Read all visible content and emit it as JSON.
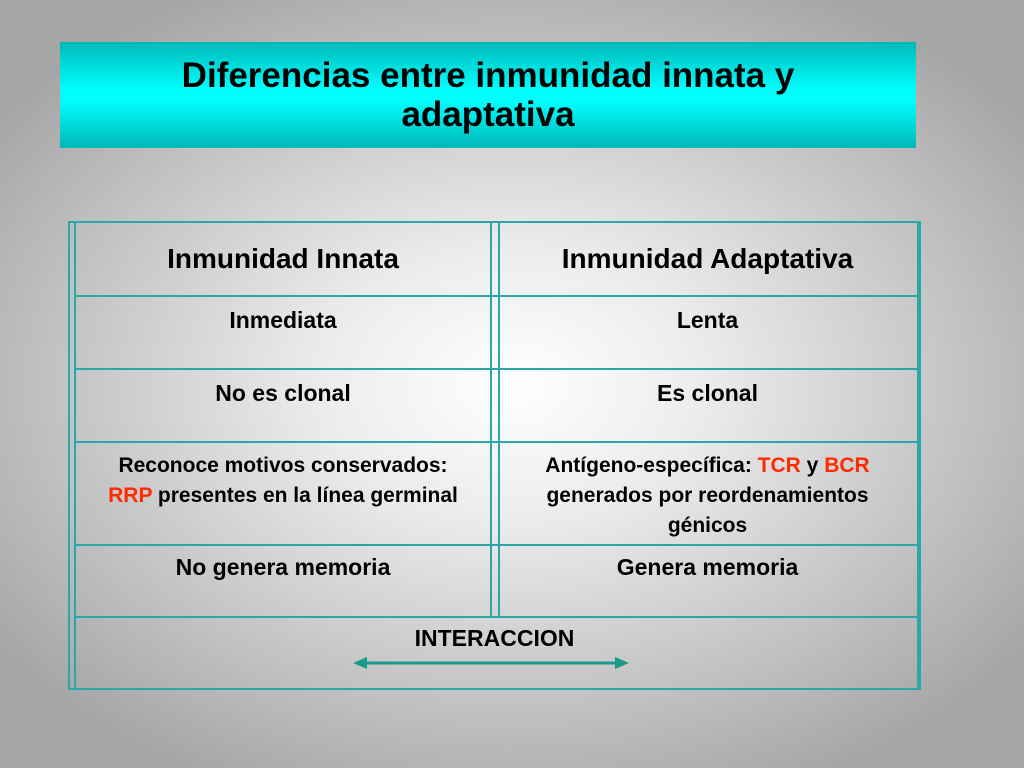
{
  "title": "Diferencias entre inmunidad innata y adaptativa",
  "table": {
    "headers": [
      "Inmunidad Innata",
      "Inmunidad Adaptativa"
    ],
    "rows": [
      {
        "innata": "Inmediata",
        "adaptativa": "Lenta"
      },
      {
        "innata": "No es clonal",
        "adaptativa": "Es clonal"
      },
      {
        "innata_parts": [
          "Reconoce motivos conservados: ",
          "RRP",
          " presentes en la línea germinal"
        ],
        "adaptativa_parts": [
          "Antígeno-específica: ",
          "TCR",
          " y ",
          "BCR",
          " generados por reordenamientos génicos"
        ]
      },
      {
        "innata": "No genera memoria",
        "adaptativa": "Genera memoria"
      }
    ],
    "footer": "INTERACCION"
  },
  "colors": {
    "title_bg": "#00ffff",
    "border": "#2aa7a7",
    "highlight": "#ff2a00"
  }
}
